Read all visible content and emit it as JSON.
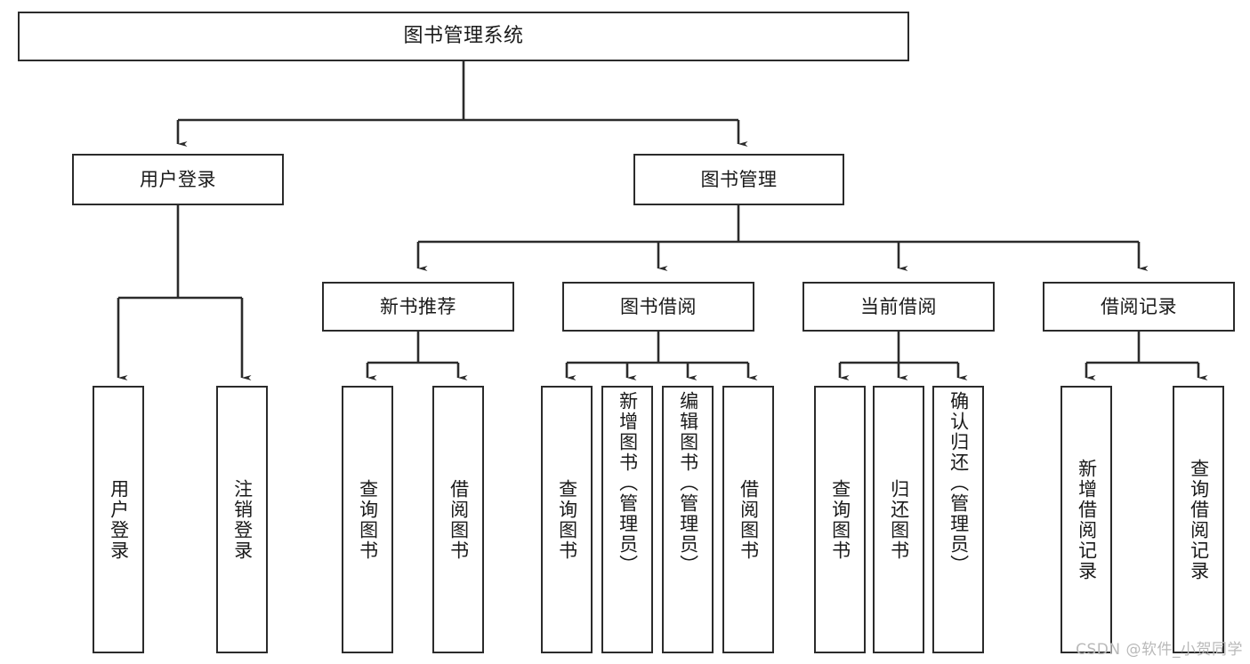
{
  "diagram": {
    "title_node": {
      "label": "图书管理系统"
    },
    "level2": [
      {
        "key": "user_login",
        "label": "用户登录"
      },
      {
        "key": "book_manage",
        "label": "图书管理"
      }
    ],
    "level3": [
      {
        "key": "new_book_rec",
        "label": "新书推荐"
      },
      {
        "key": "book_borrow",
        "label": "图书借阅"
      },
      {
        "key": "current_borrow",
        "label": "当前借阅"
      },
      {
        "key": "borrow_record",
        "label": "借阅记录"
      }
    ],
    "leaves": [
      {
        "key": "leaf_user_login",
        "label": "用户登录"
      },
      {
        "key": "leaf_logout",
        "label": "注销登录"
      },
      {
        "key": "leaf_query_book_a",
        "label": "查询图书"
      },
      {
        "key": "leaf_borrow_book_a",
        "label": "借阅图书"
      },
      {
        "key": "leaf_query_book_b",
        "label": "查询图书"
      },
      {
        "key": "leaf_add_book",
        "label": "新增图书（管理员）"
      },
      {
        "key": "leaf_edit_book",
        "label": "编辑图书（管理员）"
      },
      {
        "key": "leaf_borrow_book_b",
        "label": "借阅图书"
      },
      {
        "key": "leaf_query_book_c",
        "label": "查询图书"
      },
      {
        "key": "leaf_return_book",
        "label": "归还图书"
      },
      {
        "key": "leaf_confirm_return",
        "label": "确认归还（管理员）"
      },
      {
        "key": "leaf_add_record",
        "label": "新增借阅记录"
      },
      {
        "key": "leaf_query_record",
        "label": "查询借阅记录"
      }
    ],
    "watermark": "CSDN @软件_小贺同学",
    "colors": {
      "stroke": "#2b2b2b",
      "fill": "#ffffff",
      "text": "#1a1a1a",
      "watermark": "#b9b9b9"
    }
  }
}
